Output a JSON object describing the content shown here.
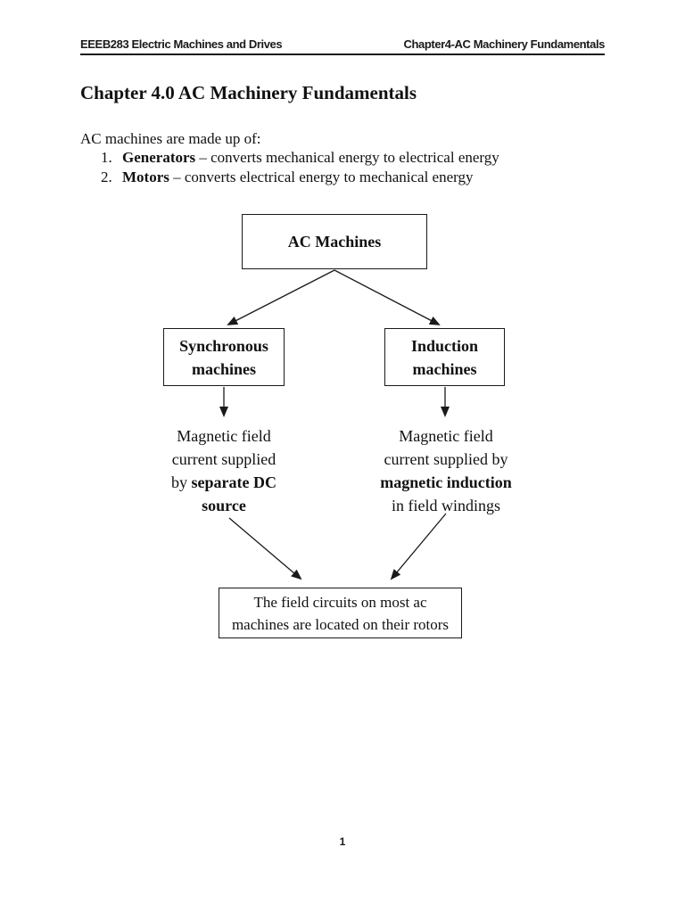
{
  "header": {
    "left": "EEEB283 Electric Machines and Drives",
    "right": "Chapter4-AC Machinery Fundamentals"
  },
  "title": "Chapter 4.0 AC Machinery Fundamentals",
  "intro": "AC machines are made up of:",
  "list": [
    {
      "num": "1.",
      "term": "Generators",
      "rest": " – converts mechanical energy to electrical energy"
    },
    {
      "num": "2.",
      "term": "Motors",
      "rest": " – converts electrical energy to mechanical energy"
    }
  ],
  "diagram": {
    "root_label": "AC Machines",
    "left_box": {
      "line1": "Synchronous",
      "line2": "machines"
    },
    "right_box": {
      "line1": "Induction",
      "line2": "machines"
    },
    "left_note": {
      "line1": "Magnetic field",
      "line2": "current supplied",
      "line3_pre": "by ",
      "line3_bold": "separate DC",
      "line4_bold": "source"
    },
    "right_note": {
      "line1": "Magnetic field",
      "line2": "current supplied by",
      "line3_bold": "magnetic induction",
      "line4": "in field windings"
    },
    "bottom_box": {
      "line1": "The field circuits on most ac",
      "line2": "machines are located on their rotors"
    }
  },
  "page_number": "1",
  "colors": {
    "text": "#111111",
    "line": "#1a1a1a",
    "background": "#ffffff"
  }
}
